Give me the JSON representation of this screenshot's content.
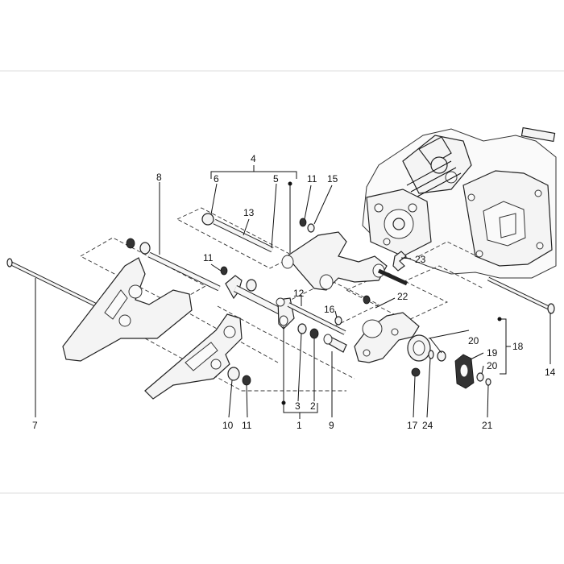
{
  "diagram": {
    "callouts": {
      "n1": "1",
      "n2": "2",
      "n3": "3",
      "n4": "4",
      "n5": "5",
      "n6": "6",
      "n7": "7",
      "n8": "8",
      "n9": "9",
      "n10": "10",
      "n11a": "11",
      "n11b": "11",
      "n11c": "11",
      "n12": "12",
      "n13": "13",
      "n14": "14",
      "n15": "15",
      "n16": "16",
      "n17": "17",
      "n18": "18",
      "n19": "19",
      "n20a": "20",
      "n20b": "20",
      "n21": "21",
      "n22": "22",
      "n23": "23",
      "n24": "24"
    }
  }
}
